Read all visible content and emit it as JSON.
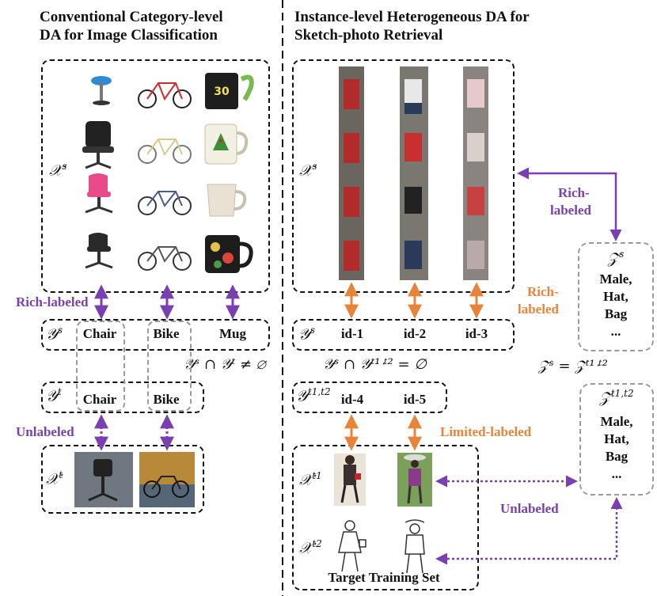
{
  "left_title": [
    "Conventional Category-level",
    "DA for Image Classification"
  ],
  "right_title": [
    "Instance-level Heterogeneous DA for",
    "Sketch-photo Retrieval"
  ],
  "symbols": {
    "xs": "𝒳",
    "xs_sup": "s",
    "ys": "𝒴",
    "ys_sup": "s",
    "yt": "𝒴",
    "yt_sup": "t",
    "xt": "𝒳",
    "xt_sup": "t",
    "yt12_sup": "t1,t2",
    "xt1_sup": "t1",
    "xt2_sup": "t2",
    "z": "𝒵",
    "zs_sup": "s",
    "zt_sup": "t1,t2"
  },
  "left": {
    "source_labels": [
      "Chair",
      "Bike",
      "Mug"
    ],
    "target_labels": [
      "Chair",
      "Bike"
    ],
    "rich_labeled": "Rich-labeled",
    "unlabeled": "Unlabeled",
    "intersection": "𝒴ˢ ∩ 𝒴ᵗ ≠ ∅"
  },
  "right": {
    "source_ids": [
      "id-1",
      "id-2",
      "id-3"
    ],
    "target_ids": [
      "id-4",
      "id-5"
    ],
    "rich_labeled_orange": [
      "Rich-",
      "labeled"
    ],
    "rich_labeled_purple": [
      "Rich-",
      "labeled"
    ],
    "limited_labeled": "Limited-labeled",
    "unlabeled": "Unlabeled",
    "intersection": "𝒴ˢ ∩ 𝒴ᵗ¹ᐧᵗ² = ∅",
    "attr_equal": "𝒵ˢ = 𝒵ᵗ¹ᐧᵗ²",
    "target_set": "Target Training Set",
    "zs_attrs": [
      "Male,",
      "Hat,",
      "Bag",
      "..."
    ],
    "zt_attrs": [
      "Male,",
      "Hat,",
      "Bag",
      "..."
    ]
  },
  "colors": {
    "purple": "#7a3fb0",
    "orange": "#e8843a",
    "dashed_gray": "#9a9a9a"
  }
}
